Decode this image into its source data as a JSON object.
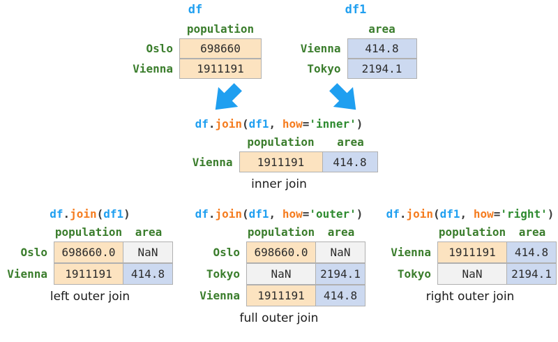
{
  "figure": {
    "background": "#ffffff",
    "accent_blue": "#1f9ff0",
    "accent_orange": "#f57c1f",
    "accent_green": "#2e8b30",
    "index_green": "#3a7d2c",
    "fill_orange": "#fce3c0",
    "fill_blue": "#ccd9f0",
    "fill_gray": "#f2f2f2",
    "border_gray": "#b0b0b0"
  },
  "source_df": {
    "title": "df",
    "columns": [
      "population"
    ],
    "index": [
      "Oslo",
      "Vienna"
    ],
    "rows": [
      [
        {
          "value": "698660",
          "fill": "orange"
        }
      ],
      [
        {
          "value": "1911191",
          "fill": "orange"
        }
      ]
    ]
  },
  "source_df1": {
    "title": "df1",
    "columns": [
      "area"
    ],
    "index": [
      "Vienna",
      "Tokyo"
    ],
    "rows": [
      [
        {
          "value": "414.8",
          "fill": "blue"
        }
      ],
      [
        {
          "value": "2194.1",
          "fill": "blue"
        }
      ]
    ]
  },
  "inner_join": {
    "code": {
      "obj": "df",
      "dot": ".",
      "fn": "join",
      "open": "(",
      "arg": "df1",
      "comma": ", ",
      "kw": "how",
      "eq": "=",
      "str": "'inner'",
      "close": ")"
    },
    "columns": [
      "population",
      "area"
    ],
    "index": [
      "Vienna"
    ],
    "rows": [
      [
        {
          "value": "1911191",
          "fill": "orange"
        },
        {
          "value": "414.8",
          "fill": "blue"
        }
      ]
    ],
    "caption": "inner join"
  },
  "left_join": {
    "code": {
      "obj": "df",
      "dot": ".",
      "fn": "join",
      "open": "(",
      "arg": "df1",
      "comma": "",
      "kw": "",
      "eq": "",
      "str": "",
      "close": ")"
    },
    "columns": [
      "population",
      "area"
    ],
    "index": [
      "Oslo",
      "Vienna"
    ],
    "rows": [
      [
        {
          "value": "698660.0",
          "fill": "orange"
        },
        {
          "value": "NaN",
          "fill": "gray"
        }
      ],
      [
        {
          "value": "1911191",
          "fill": "orange"
        },
        {
          "value": "414.8",
          "fill": "blue"
        }
      ]
    ],
    "caption": "left outer join"
  },
  "outer_join": {
    "code": {
      "obj": "df",
      "dot": ".",
      "fn": "join",
      "open": "(",
      "arg": "df1",
      "comma": ", ",
      "kw": "how",
      "eq": "=",
      "str": "'outer'",
      "close": ")"
    },
    "columns": [
      "population",
      "area"
    ],
    "index": [
      "Oslo",
      "Tokyo",
      "Vienna"
    ],
    "rows": [
      [
        {
          "value": "698660.0",
          "fill": "orange"
        },
        {
          "value": "NaN",
          "fill": "gray"
        }
      ],
      [
        {
          "value": "NaN",
          "fill": "gray"
        },
        {
          "value": "2194.1",
          "fill": "blue"
        }
      ],
      [
        {
          "value": "1911191",
          "fill": "orange"
        },
        {
          "value": "414.8",
          "fill": "blue"
        }
      ]
    ],
    "caption": "full outer join"
  },
  "right_join": {
    "code": {
      "obj": "df",
      "dot": ".",
      "fn": "join",
      "open": "(",
      "arg": "df1",
      "comma": ", ",
      "kw": "how",
      "eq": "=",
      "str": "'right'",
      "close": ")"
    },
    "columns": [
      "population",
      "area"
    ],
    "index": [
      "Vienna",
      "Tokyo"
    ],
    "rows": [
      [
        {
          "value": "1911191",
          "fill": "orange"
        },
        {
          "value": "414.8",
          "fill": "blue"
        }
      ],
      [
        {
          "value": "NaN",
          "fill": "gray"
        },
        {
          "value": "2194.1",
          "fill": "blue"
        }
      ]
    ],
    "caption": "right outer join"
  },
  "arrows": [
    {
      "name": "arrow-df-to-inner",
      "direction": "down-right",
      "color": "#1f9ff0"
    },
    {
      "name": "arrow-df1-to-inner",
      "direction": "down-left",
      "color": "#1f9ff0"
    }
  ]
}
